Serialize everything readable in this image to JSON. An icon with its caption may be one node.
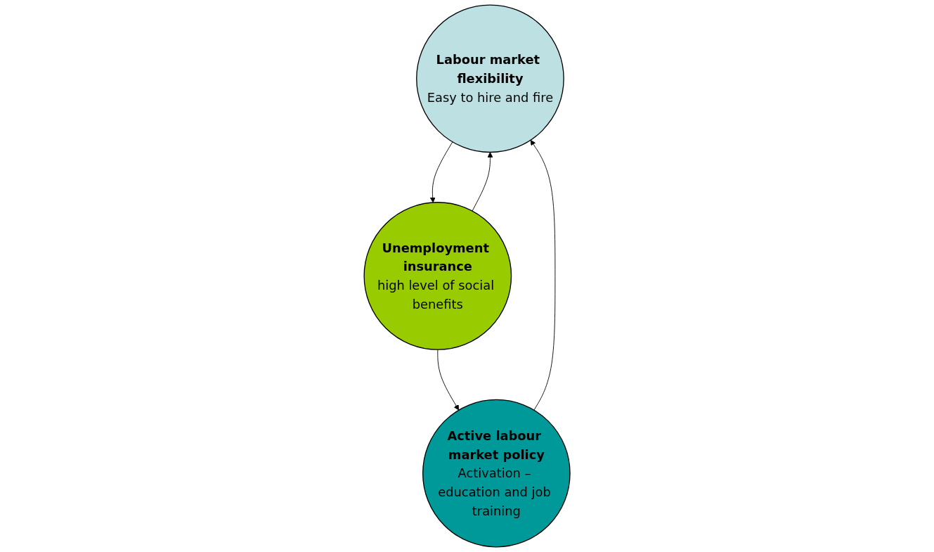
{
  "diagram": {
    "nodes": [
      {
        "text": [
          "Labour market flexibility",
          "Easy to hire and fire"
        ]
      },
      {
        "text": [
          "Unemployment insurance",
          "high level of social benefits"
        ]
      },
      {
        "text": [
          "Active labour market policy",
          "Activation – education and job training"
        ]
      }
    ],
    "edges": [
      {
        "from": 0,
        "to": 1,
        "arrow": "to"
      },
      {
        "from": 1,
        "to": 0,
        "arrow": "to"
      },
      {
        "from": 1,
        "to": 2,
        "arrow": "to"
      },
      {
        "from": 2,
        "to": 0,
        "arrow": "to"
      }
    ]
  }
}
